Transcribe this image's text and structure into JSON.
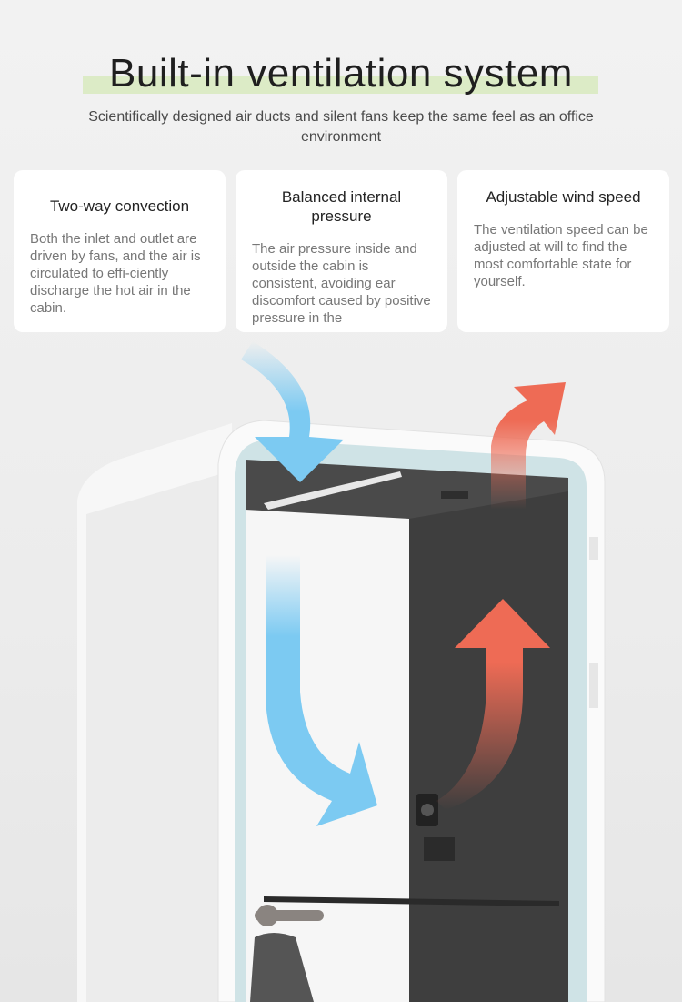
{
  "header": {
    "title": "Built-in ventilation system",
    "subtitle": "Scientifically designed air ducts and silent fans keep the same feel as an office environment"
  },
  "features": [
    {
      "title": "Two-way convection",
      "text": "Both the inlet and outlet are driven by fans, and the air is circulated to effi-ciently discharge the hot air in the cabin."
    },
    {
      "title": "Balanced internal pressure",
      "text": "The air pressure inside and outside the cabin is consistent, avoiding ear discomfort caused by positive pressure in the"
    },
    {
      "title": "Adjustable wind speed",
      "text": "The ventilation speed can be adjusted at will to find the most comfortable state for yourself."
    }
  ],
  "colors": {
    "highlight": "#dcebc6",
    "cool_air": "#7ccaf2",
    "hot_air": "#ee6b55"
  }
}
